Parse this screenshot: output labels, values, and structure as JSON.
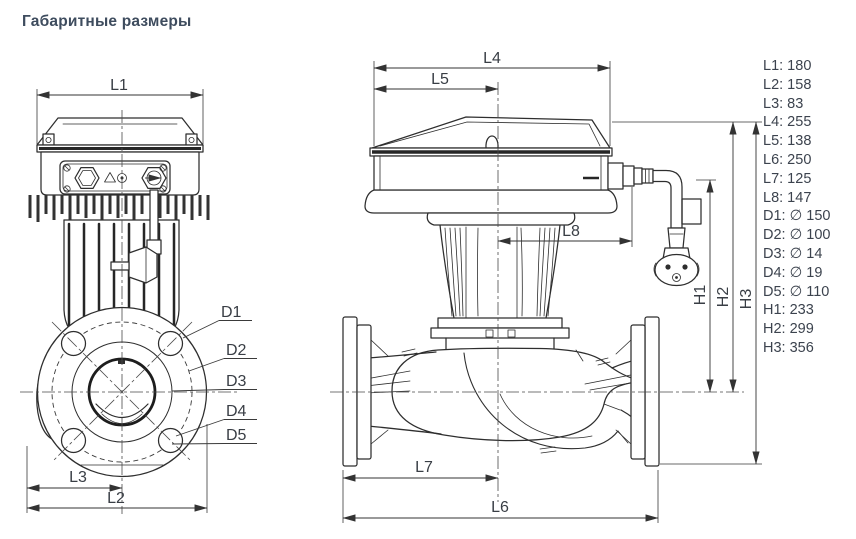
{
  "title": "Габаритные размеры",
  "labels": {
    "L1": "L1",
    "L2": "L2",
    "L3": "L3",
    "L4": "L4",
    "L5": "L5",
    "L6": "L6",
    "L7": "L7",
    "L8": "L8",
    "D1": "D1",
    "D2": "D2",
    "D3": "D3",
    "D4": "D4",
    "D5": "D5",
    "H1": "H1",
    "H2": "H2",
    "H3": "H3"
  },
  "dimension_list": {
    "items": [
      "L1: 180",
      "L2: 158",
      "L3: 83",
      "L4: 255",
      "L5: 138",
      "L6: 250",
      "L7: 125",
      "L8: 147",
      "D1: ∅ 150",
      "D2: ∅ 100",
      "D3: ∅ 14",
      "D4: ∅ 19",
      "D5: ∅ 110",
      "H1: 233",
      "H2: 299",
      "H3: 356"
    ]
  },
  "colors": {
    "line": "#2e2e2e",
    "title_text": "#3e4c5e",
    "list_text": "#3c434e",
    "background": "#ffffff"
  }
}
